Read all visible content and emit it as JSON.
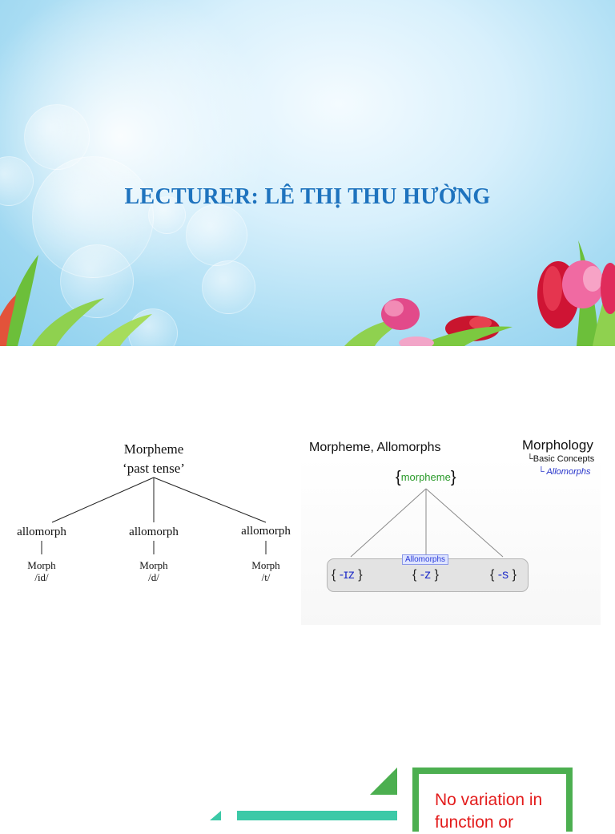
{
  "slide1": {
    "title": "LECTURER: LÊ THỊ THU HƯỜNG"
  },
  "left_diagram": {
    "root": "Morpheme",
    "root_gloss": "‘past tense’",
    "branches": [
      {
        "label": "allomorph",
        "morph": "Morph",
        "form": "/id/"
      },
      {
        "label": "allomorph",
        "morph": "Morph",
        "form": "/d/"
      },
      {
        "label": "allomorph",
        "morph": "Morph",
        "form": "/t/"
      }
    ]
  },
  "right_diagram": {
    "title": "Morpheme, Allomorphs",
    "section": "Morphology",
    "breadcrumb_1": "Basic Concepts",
    "breadcrumb_2": "Allomorphs",
    "root": "morpheme",
    "group_label": "Allomorphs",
    "suffixes": [
      "-ɪz",
      "-z",
      "-s"
    ],
    "colors": {
      "root": "#2a9a2a",
      "suffix": "#2633c9",
      "title": "#1e73be"
    }
  },
  "slide3": {
    "line1": "No variation in",
    "line2": "function or"
  }
}
